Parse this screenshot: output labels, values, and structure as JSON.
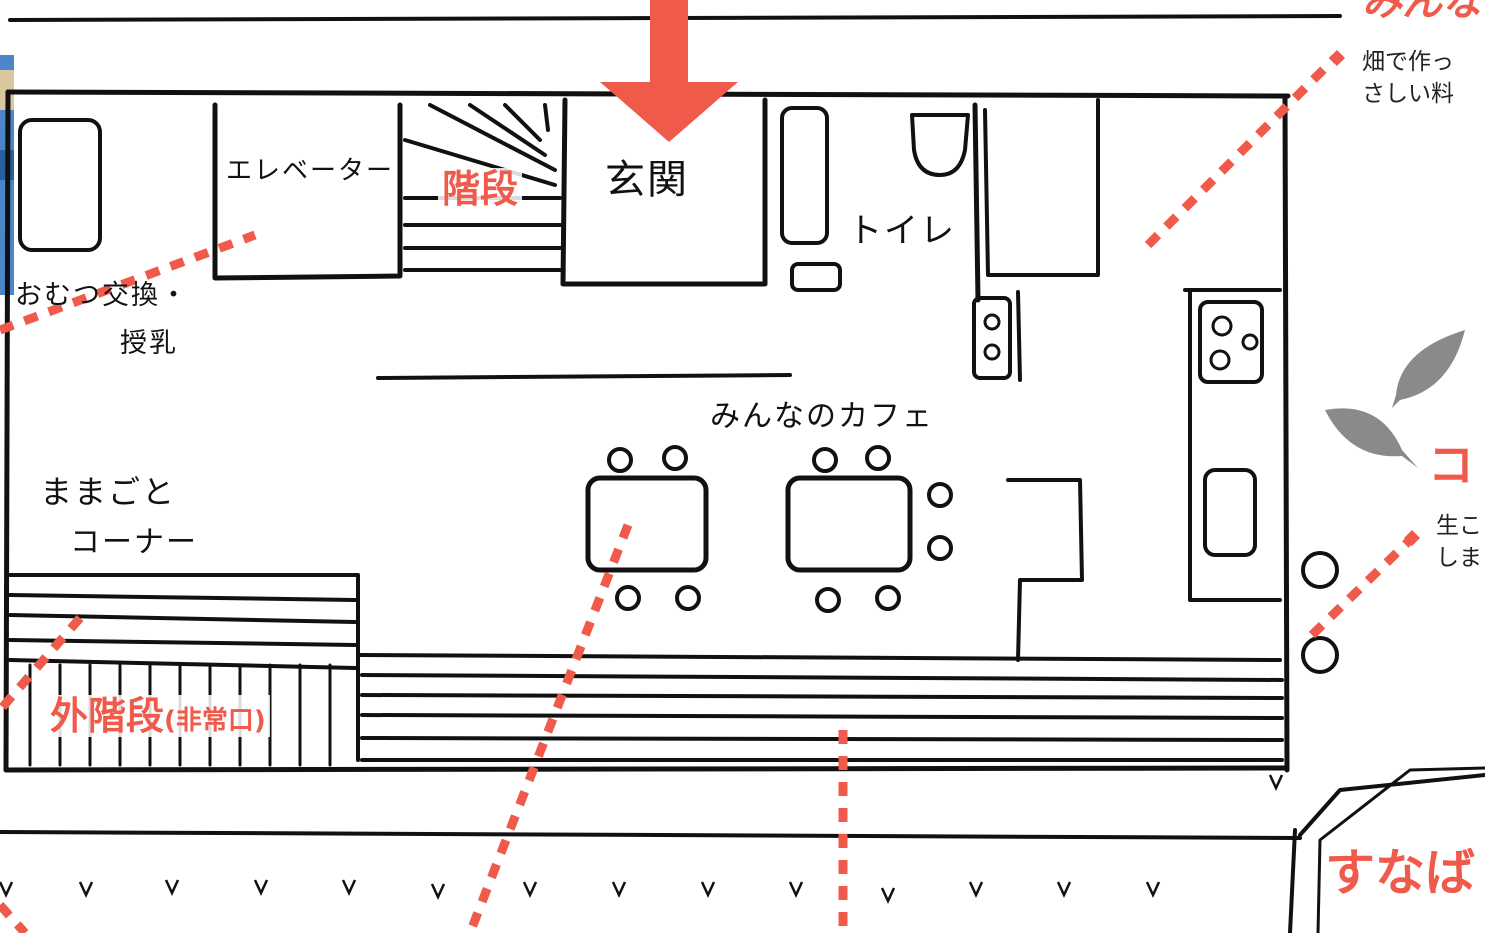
{
  "header_cut": "みんな",
  "labels": {
    "elevator": "エレベーター",
    "stairs": "階段",
    "entrance": "玄関",
    "toilet": "トイレ",
    "diaper": "おむつ交換・",
    "nursing": "授乳",
    "cafe": "みんなのカフェ",
    "mamagoto1": "ままごと",
    "mamagoto2": "コーナー",
    "outer_stairs": "外階段",
    "emergency_exit": "(非常口)",
    "corner_cut": "コ",
    "sandpit_cut": "すなば"
  },
  "notes": {
    "top_right_line1": "畑で作っ",
    "top_right_line2": "さしい料",
    "mid_right_line1": "生こ",
    "mid_right_line2": "しま"
  },
  "colors": {
    "accent_red": "#f05a4a",
    "ink": "#111111",
    "leaf_gray": "#8a8a8a"
  }
}
